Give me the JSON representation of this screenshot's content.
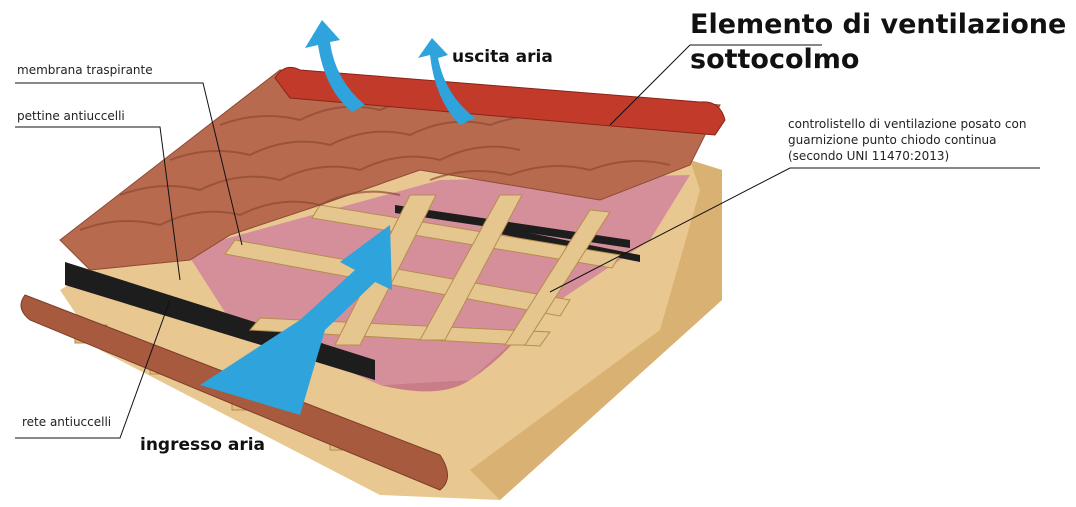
{
  "title": {
    "line1": "Elemento di ventilazione",
    "line2": "sottocolmo"
  },
  "labels": {
    "membrane": "membrana traspirante",
    "comb": "pettine antiuccelli",
    "net": "rete antiuccelli",
    "air_out": "uscita aria",
    "air_in": "ingresso aria",
    "batten_line1": "controlistello di ventilazione posato con",
    "batten_line2": "guarnizione punto chiodo continua",
    "batten_line3": "(secondo UNI 11470:2013)"
  },
  "colors": {
    "tile": "#b86a4e",
    "tile_dark": "#8e4a34",
    "ridge": "#c23a2a",
    "membrane": "#d58f9b",
    "wood": "#e4c38a",
    "wood_dark": "#c9a060",
    "airflow": "#2ea3dc",
    "black_strip": "#1d1d1d"
  }
}
